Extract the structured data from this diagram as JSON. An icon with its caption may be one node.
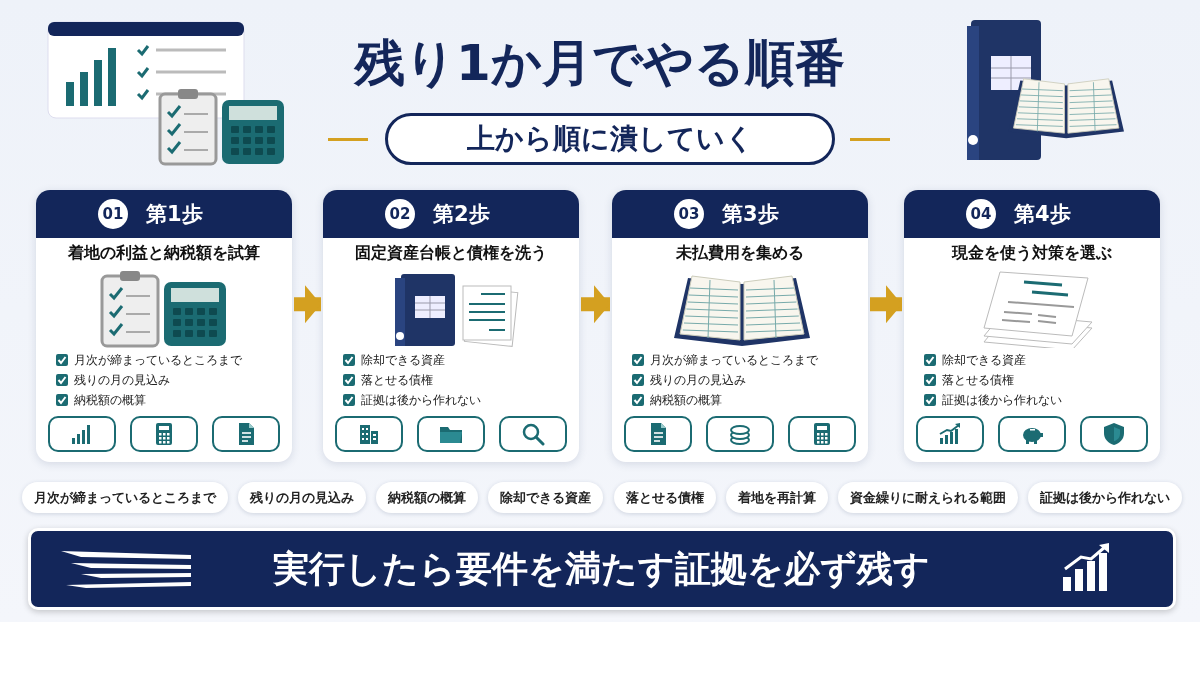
{
  "diagram": {
    "title": "残り1か月でやる順番",
    "nodes": [
      {
        "text": [
          "上から順に潰していく"
        ]
      },
      {
        "text": [
          "01",
          "第1歩",
          "着地の利益と納税額を試算",
          "月次が締まっているところまで",
          "残りの月の見込み",
          "納税額の概算"
        ]
      },
      {
        "text": [
          "02",
          "第2歩",
          "固定資産台帳と債権を洗う",
          "除却できる資産",
          "落とせる債権",
          "証拠は後から作れない"
        ]
      },
      {
        "text": [
          "03",
          "第3歩",
          "未払費用を集める",
          "月次が締まっているところまで",
          "残りの月の見込み",
          "納税額の概算"
        ]
      },
      {
        "text": [
          "04",
          "第4歩",
          "現金を使う対策を選ぶ",
          "除却できる資産",
          "落とせる債権",
          "証拠は後から作れない"
        ]
      },
      {
        "text": [
          "月次が締まっているところまで"
        ]
      },
      {
        "text": [
          "残りの月の見込み"
        ]
      },
      {
        "text": [
          "納税額の概算"
        ]
      },
      {
        "text": [
          "除却できる資産"
        ]
      },
      {
        "text": [
          "落とせる債権"
        ]
      },
      {
        "text": [
          "着地を再計算"
        ]
      },
      {
        "text": [
          "資金繰りに耐えられる範囲"
        ]
      },
      {
        "text": [
          "証拠は後から作れない"
        ]
      },
      {
        "text": [
          "実行したら要件を満たす証拠を必ず残す"
        ]
      }
    ],
    "edges": [
      {
        "from": 1,
        "to": 2,
        "arrow": "to"
      },
      {
        "from": 2,
        "to": 3,
        "arrow": "to"
      },
      {
        "from": 3,
        "to": 4,
        "arrow": "to"
      }
    ]
  }
}
